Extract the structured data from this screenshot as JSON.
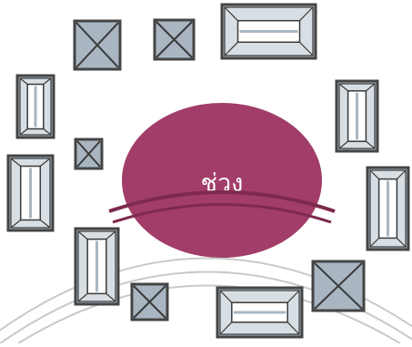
{
  "center": {
    "label": "ช่วง",
    "fill": "#a13d68",
    "text_color": "#ffffff"
  },
  "colors": {
    "frame_outer": "#444444",
    "face_fill": "#a9b6c2",
    "bevel": "#d8dfe4",
    "bevel_lines": "#3a3a3a",
    "watermark": "#c9c9c9"
  },
  "shapes": [
    {
      "name": "square-top-left",
      "type": "cross"
    },
    {
      "name": "square-top-center",
      "type": "cross"
    },
    {
      "name": "rect-top-right",
      "type": "bevel-h"
    },
    {
      "name": "rect-left-upper",
      "type": "bevel-v"
    },
    {
      "name": "rect-right-upper",
      "type": "bevel-v"
    },
    {
      "name": "square-small-left",
      "type": "cross"
    },
    {
      "name": "rect-left-lower",
      "type": "bevel-v"
    },
    {
      "name": "rect-right-middle",
      "type": "bevel-v"
    },
    {
      "name": "rect-bottom-left",
      "type": "bevel-v"
    },
    {
      "name": "square-bottom-right",
      "type": "cross"
    },
    {
      "name": "square-bottom-small",
      "type": "cross"
    },
    {
      "name": "rect-bottom-center",
      "type": "bevel-h"
    }
  ]
}
